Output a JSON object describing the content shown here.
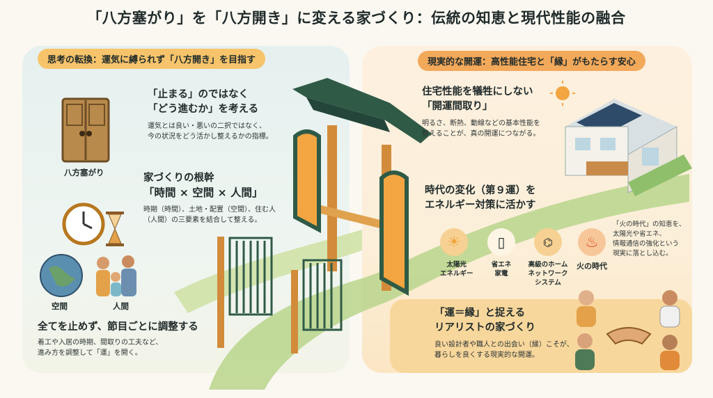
{
  "title": "「八方塞がり」を「八方開き」に変える家づくり：伝統の知恵と現代性能の融合",
  "left": {
    "header": "思考の転換：運気に縛られず「八方開き」を目指す",
    "door_label": "八方塞がり",
    "block1": {
      "heading_line1": "「止まる」のではなく",
      "heading_line2": "「どう進むか」を考える",
      "body_line1": "運気とは良い・悪いの二択ではなく、",
      "body_line2": "今の状況をどう活かし整えるかの指標。"
    },
    "block2": {
      "heading_line1": "家づくりの根幹",
      "heading_line2": "「時間 × 空間 × 人間」",
      "body_line1": "時期（時間）、土地・配置（空間）、住む人",
      "body_line2": "（人間）の三要素を結合して整える。"
    },
    "label_space": "空間",
    "label_people": "人間",
    "block3": {
      "heading": "全てを止めず、節目ごとに調整する",
      "body_line1": "着工や入居の時期、間取りの工夫など、",
      "body_line2": "進み方を調整して「運」を開く。"
    }
  },
  "right": {
    "header": "現実的な開運：高性能住宅と「縁」がもたらす安心",
    "block1": {
      "heading_line1": "住宅性能を犠牲にしない",
      "heading_line2": "「開運間取り」",
      "body_line1": "明るさ、断熱、動線などの基本性能を",
      "body_line2": "整えることが、真の開運につながる。"
    },
    "block2": {
      "heading_line1": "時代の変化（第９運）を",
      "heading_line2": "エネルギー対策に活かす"
    },
    "icons": [
      {
        "icon": "sun-icon",
        "label_line1": "太陽光",
        "label_line2": "エネルギー"
      },
      {
        "icon": "smartphone-icon",
        "label_line1": "省エネ",
        "label_line2": "家電"
      },
      {
        "icon": "router-icon",
        "label_line1": "高級のホーム",
        "label_line2": "ネットワーク",
        "label_line3": "システム"
      },
      {
        "icon": "fire-icon",
        "label_line1": "火の時代",
        "label_line2": ""
      }
    ],
    "side_note": {
      "line1": "「火の時代」の知恵を、",
      "line2": "太陽光や省エネ、",
      "line3": "情報通信の強化という",
      "line4": "現実に落とし込む。"
    },
    "block3": {
      "heading_line1": "「運＝縁」と捉える",
      "heading_line2": "リアリストの家づくり",
      "body_line1": "良い設計者や職人との出会い（縁）こそが、",
      "body_line2": "暮らしを良くする現実的な開運。"
    }
  },
  "colors": {
    "gate_green": "#2f5a46",
    "gate_orange": "#f2a540",
    "wood": "#d28b3a",
    "path": "#9cc36a"
  }
}
